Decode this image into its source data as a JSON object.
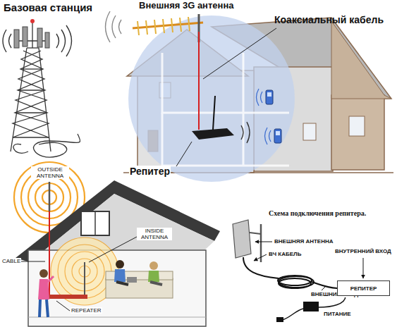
{
  "diagram": {
    "nodes": [
      {
        "text": [
          "РЕПИТЕР"
        ]
      }
    ],
    "labels": [
      "Базовая станция",
      "Внешняя 3G антенна",
      "Коаксиальный кабель",
      "Репитер",
      "OUTSIDE ANTENNA",
      "CABLE",
      "INSIDE ANTENNA",
      "REPEATER",
      "Схема подключения репитера.",
      "ВНЕШНЯЯ АНТЕННА",
      "ВЧ КАБЕЛЬ",
      "ВНУТРЕННИЙ ВХОД",
      "ВНЕШНИЙ ВХОД",
      "ПИТАНИЕ"
    ]
  }
}
